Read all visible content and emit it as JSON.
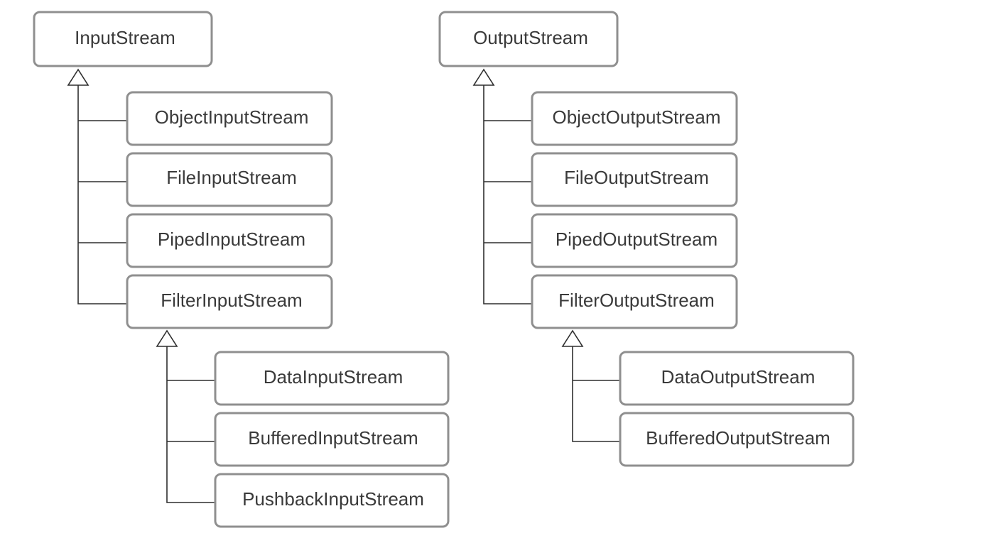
{
  "input_hierarchy": {
    "root": "InputStream",
    "children": [
      "ObjectInputStream",
      "FileInputStream",
      "PipedInputStream",
      "FilterInputStream"
    ],
    "filter_children": [
      "DataInputStream",
      "BufferedInputStream",
      "PushbackInputStream"
    ]
  },
  "output_hierarchy": {
    "root": "OutputStream",
    "children": [
      "ObjectOutputStream",
      "FileOutputStream",
      "PipedOutputStream",
      "FilterOutputStream"
    ],
    "filter_children": [
      "DataOutputStream",
      "BufferedOutputStream"
    ]
  },
  "colors": {
    "box_border": "#8f8f8f",
    "line": "#2f2f2f",
    "text": "#3a3a3a"
  }
}
